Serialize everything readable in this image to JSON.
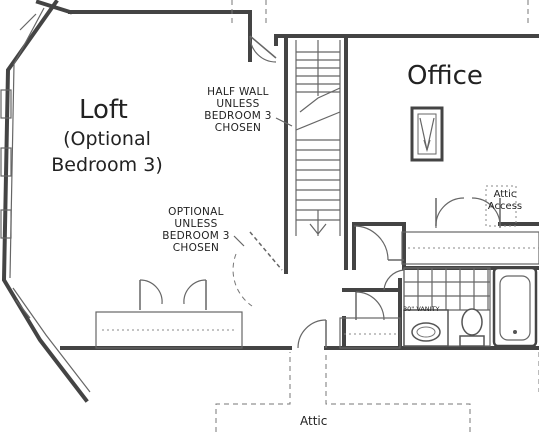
{
  "rooms": {
    "loft": {
      "name": "Loft",
      "option_line1": "(Optional",
      "option_line2": "Bedroom 3)"
    },
    "office": {
      "name": "Office"
    },
    "attic_bottom": {
      "name": "Attic"
    }
  },
  "notes": {
    "half_wall": [
      "HALF WALL",
      "UNLESS",
      "BEDROOM 3",
      "CHOSEN"
    ],
    "optional_wall": [
      "OPTIONAL",
      "UNLESS",
      "BEDROOM 3",
      "CHOSEN"
    ],
    "attic_access": [
      "Attic",
      "Access"
    ],
    "vanity": "30\" VANITY"
  }
}
